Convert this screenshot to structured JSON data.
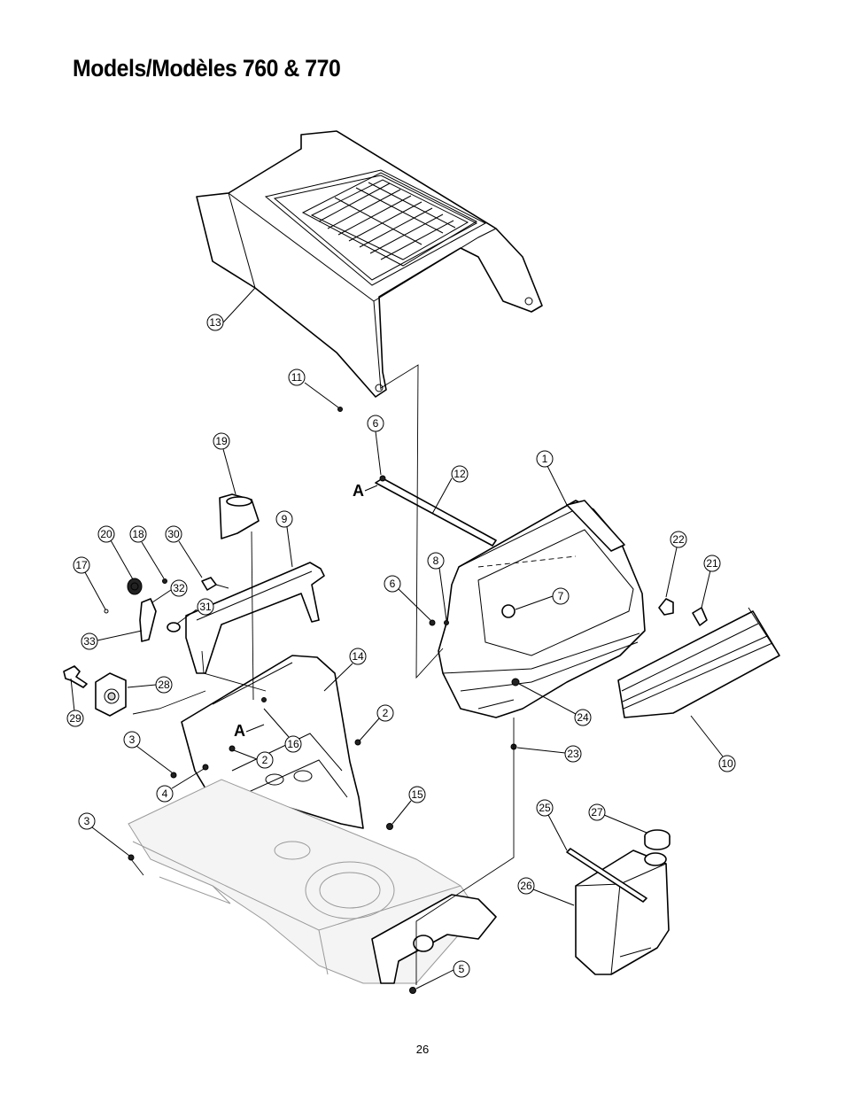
{
  "header": {
    "title": "Models/Modèles 760 & 770"
  },
  "diagram": {
    "reference_marks": [
      "A",
      "A"
    ],
    "callouts": [
      {
        "label": "13"
      },
      {
        "label": "11"
      },
      {
        "label": "19"
      },
      {
        "label": "6"
      },
      {
        "label": "12"
      },
      {
        "label": "1"
      },
      {
        "label": "9"
      },
      {
        "label": "20"
      },
      {
        "label": "18"
      },
      {
        "label": "30"
      },
      {
        "label": "17"
      },
      {
        "label": "32"
      },
      {
        "label": "31"
      },
      {
        "label": "33"
      },
      {
        "label": "8"
      },
      {
        "label": "6"
      },
      {
        "label": "7"
      },
      {
        "label": "22"
      },
      {
        "label": "21"
      },
      {
        "label": "14"
      },
      {
        "label": "28"
      },
      {
        "label": "29"
      },
      {
        "label": "2"
      },
      {
        "label": "3"
      },
      {
        "label": "16"
      },
      {
        "label": "2"
      },
      {
        "label": "24"
      },
      {
        "label": "23"
      },
      {
        "label": "10"
      },
      {
        "label": "4"
      },
      {
        "label": "15"
      },
      {
        "label": "3"
      },
      {
        "label": "25"
      },
      {
        "label": "27"
      },
      {
        "label": "26"
      },
      {
        "label": "5"
      }
    ]
  },
  "footer": {
    "page_number": "26"
  }
}
